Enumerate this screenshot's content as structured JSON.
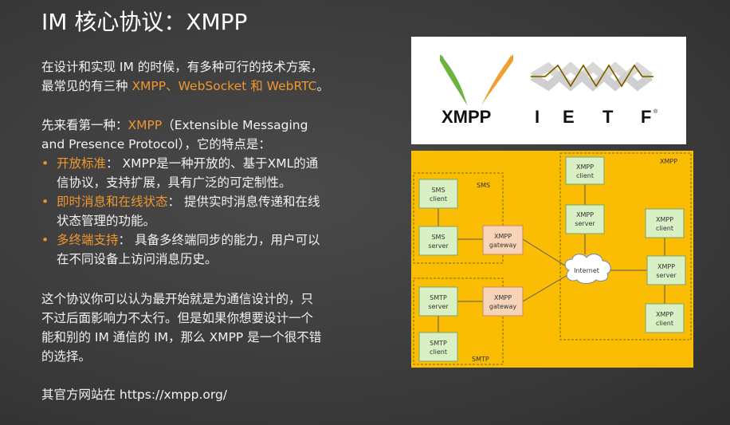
{
  "title": "IM 核心协议：XMPP",
  "intro": {
    "line1": "在设计和实现 IM 的时候，有多种可行的技术方案，",
    "line2_prefix": "最常见的有三种 ",
    "line2_highlight": "XMPP、WebSocket 和 WebRTC",
    "line2_suffix": "。"
  },
  "first": {
    "prefix": "先来看第一种：",
    "highlight": "XMPP",
    "suffix": "（Extensible Messaging",
    "line2": "and Presence Protocol），它的特点是："
  },
  "features": [
    {
      "label": "开放标准",
      "sep": "：",
      "text_line1": " XMPP是一种开放的、基于XML的通",
      "text_line2": "信协议，支持扩展，具有广泛的可定制性。"
    },
    {
      "label": "即时消息和在线状态",
      "sep": "：",
      "text_line1": " 提供实时消息传递和在线",
      "text_line2": "状态管理的功能。"
    },
    {
      "label": "多终端支持",
      "sep": "：",
      "text_line1": " 具备多终端同步的能力，用户可以",
      "text_line2": "在不同设备上访问消息历史。"
    }
  ],
  "para3": {
    "line1": "这个协议你可以认为最开始就是为通信设计的，只",
    "line2": "不过后面影响力不太行。但是如果你想要设计一个",
    "line3": "能和别的 IM 通信的 IM，那么 XMPP 是一个很不错",
    "line4": "的选择。"
  },
  "website": "其官方网站在 https://xmpp.org/",
  "logos": {
    "xmpp": "XMPP",
    "ietf": [
      "I",
      "E",
      "T",
      "F"
    ],
    "reg": "®"
  },
  "diagram": {
    "groups": {
      "sms": "SMS",
      "xmpp": "XMPP",
      "smtp": "SMTP"
    },
    "sms_client": [
      "SMS",
      "client"
    ],
    "sms_server": [
      "SMS",
      "server"
    ],
    "sms_gateway": [
      "XMPP",
      "gateway"
    ],
    "smtp_server": [
      "SMTP",
      "server"
    ],
    "smtp_client": [
      "SMTP",
      "client"
    ],
    "smtp_gateway": [
      "XMPP",
      "gateway"
    ],
    "internet": "Internet",
    "xmpp_client_top": [
      "XMPP",
      "client"
    ],
    "xmpp_server_top": [
      "XMPP",
      "server"
    ],
    "xmpp_client_right1": [
      "XMPP",
      "client"
    ],
    "xmpp_server_right": [
      "XMPP",
      "server"
    ],
    "xmpp_client_right2": [
      "XMPP",
      "client"
    ]
  },
  "colors": {
    "accent": "#f0962e",
    "diagram_bg": "#fbbd03",
    "node_fill": "#d8f0c4"
  }
}
